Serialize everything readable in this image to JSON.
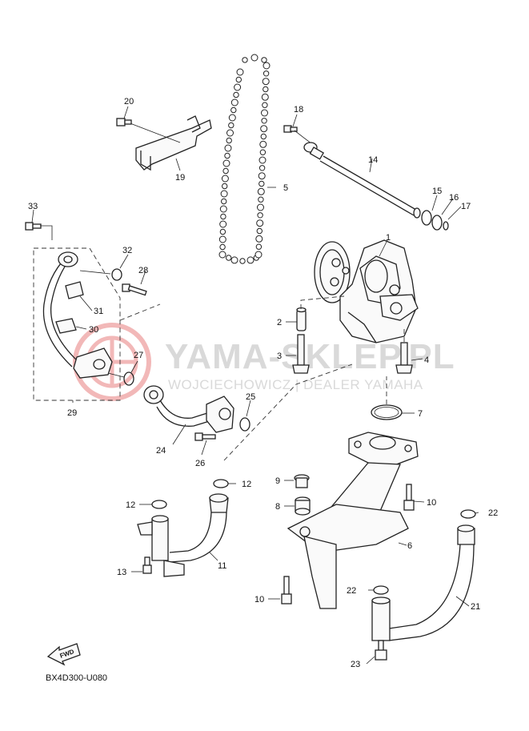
{
  "diagram": {
    "code": "BX4D300-U080",
    "fwd_label": "FWD"
  },
  "watermark": {
    "brand": "YAMA-SKLEP.PL",
    "dealer": "WOJCIECHOWICZ | DEALER YAMAHA"
  },
  "callouts": [
    "1",
    "2",
    "3",
    "4",
    "5",
    "6",
    "7",
    "8",
    "9",
    "10",
    "10",
    "11",
    "12",
    "12",
    "13",
    "14",
    "15",
    "16",
    "17",
    "18",
    "19",
    "20",
    "21",
    "22",
    "22",
    "23",
    "24",
    "25",
    "26",
    "27",
    "28",
    "29",
    "30",
    "31",
    "32",
    "33"
  ],
  "colors": {
    "line": "#222222",
    "watermark_text": "#d9d9d9",
    "watermark_logo": "#f2b8b8"
  }
}
